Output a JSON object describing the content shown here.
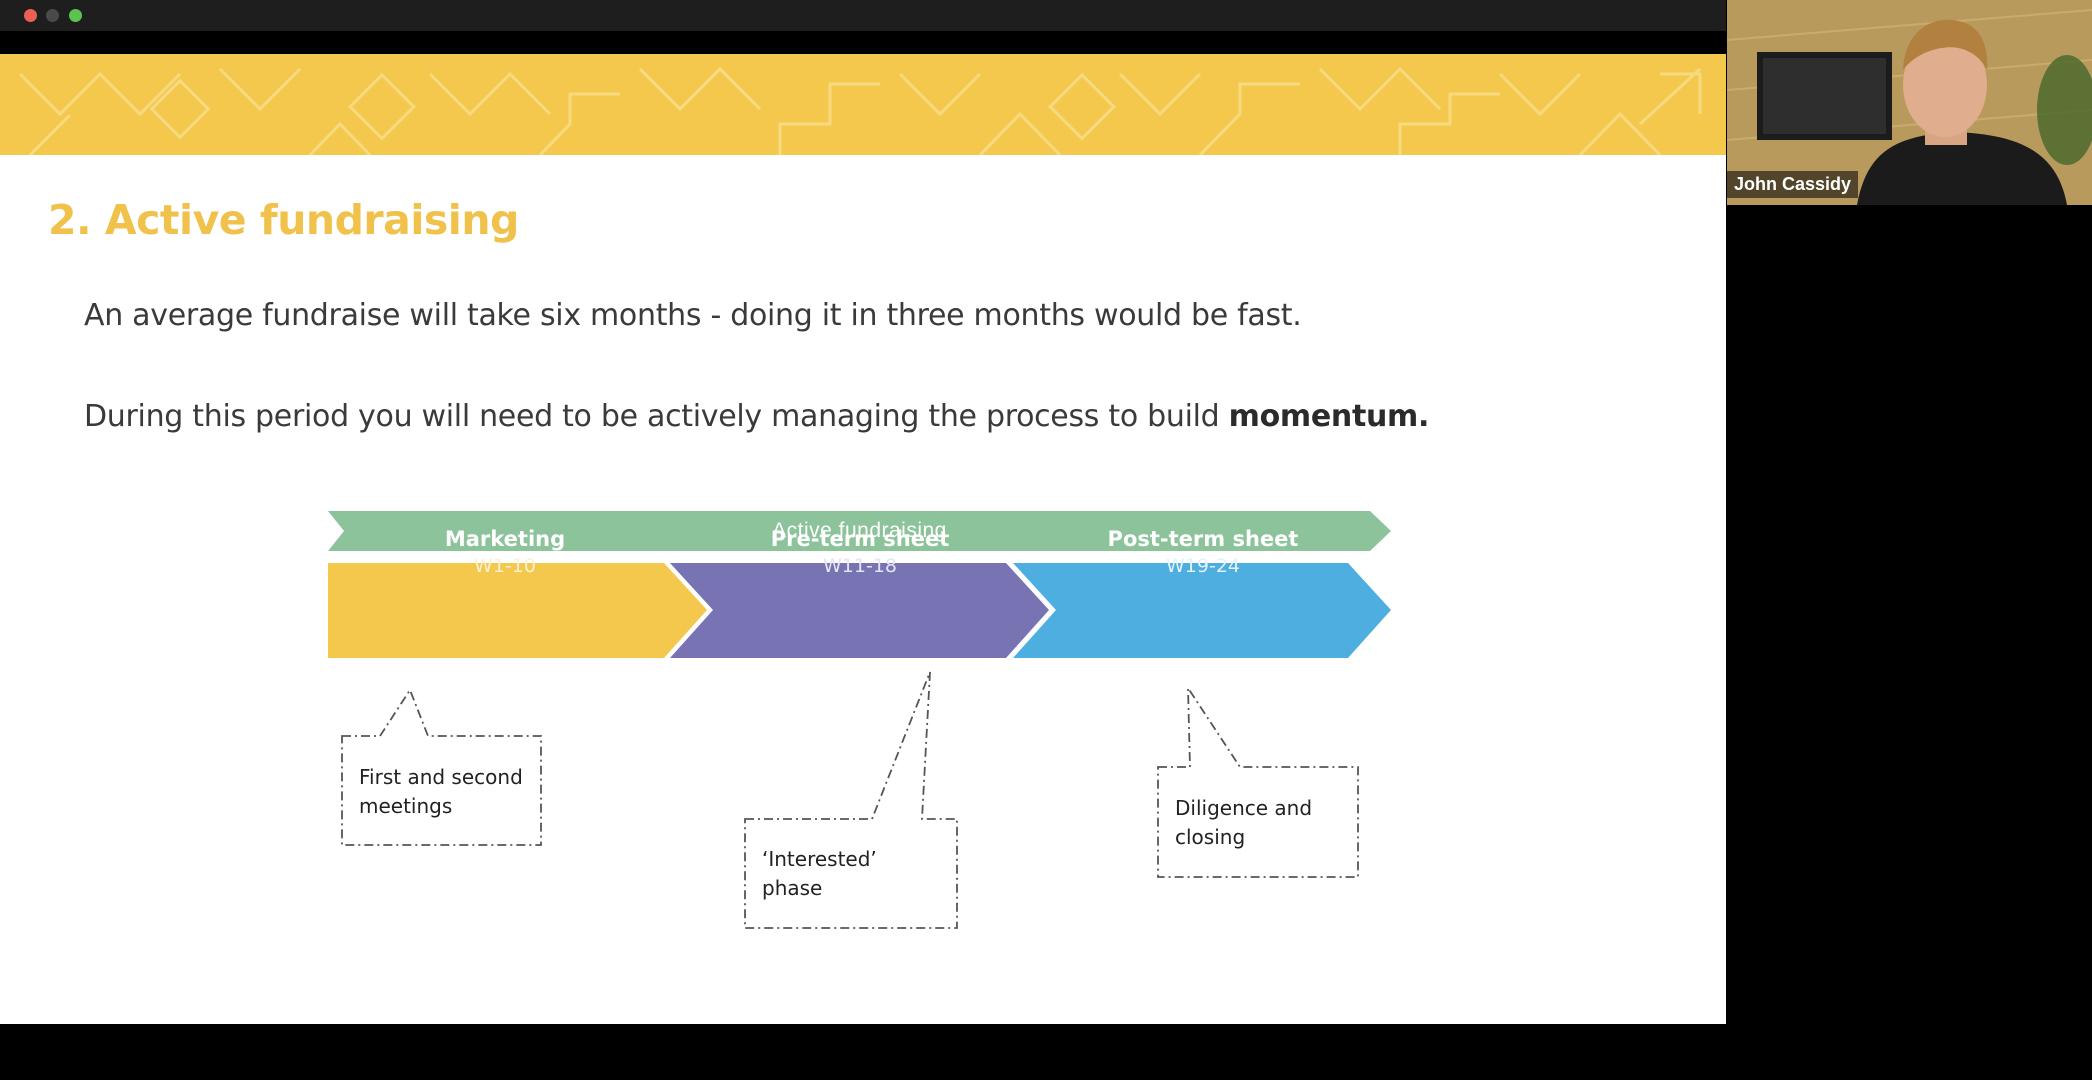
{
  "slide": {
    "title": "2. Active fundraising",
    "paragraph_1": "An average fundraise will take six months - doing it in three months would be fast.",
    "paragraph_2_prefix": "During this period you will need to be actively managing the process to build ",
    "paragraph_2_bold": "momentum."
  },
  "diagram": {
    "phase_label": "Active fundraising",
    "stages": [
      {
        "name": "Marketing",
        "weeks": "W1-10"
      },
      {
        "name": "Pre-term sheet",
        "weeks": "W11-18"
      },
      {
        "name": "Post-term sheet",
        "weeks": "W19-24"
      }
    ],
    "callouts": [
      {
        "line1": "First and second",
        "line2": "meetings"
      },
      {
        "line1": "‘Interested’",
        "line2": "phase"
      },
      {
        "line1": "Diligence and",
        "line2": "closing"
      }
    ],
    "colors": {
      "phase": "#8cc39a",
      "marketing": "#f3c84c",
      "pre_term": "#7873b2",
      "post_term": "#4eaee0",
      "title": "#f0c24b"
    }
  },
  "video": {
    "participant_name": "John Cassidy"
  }
}
